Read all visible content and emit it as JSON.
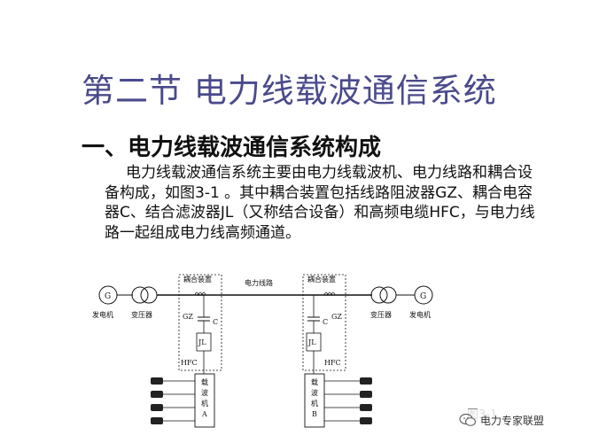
{
  "slide": {
    "title": "第二节 电力线载波通信系统",
    "section_heading": "一、电力线载波通信系统构成",
    "paragraph_lines": [
      "电力线载波通信系统主要由电力线载波机、电力线路和耦合设",
      "备构成，如图3-1 。其中耦合装置包括线路阻波器GZ、耦合电容",
      "器C、结合滤波器JL（又称结合设备）和高频电缆HFC，与电力线",
      "路一起组成电力线高频通道。"
    ]
  },
  "diagram": {
    "generator_symbol": "G",
    "generator_label": "发电机",
    "transformer_label": "变压器",
    "coupling_device_label": "耦合装置",
    "power_line_label": "电力线路",
    "wave_trap_label": "GZ",
    "capacitor_label": "C",
    "filter_label": "JL",
    "cable_label": "HFC",
    "carrier_a_label": [
      "载",
      "波",
      "机",
      "A"
    ],
    "carrier_b_label": [
      "载",
      "波",
      "机",
      "B"
    ],
    "figure_label": "图3-1"
  },
  "watermark": {
    "text": "电力专家联盟",
    "icon": "wechat-icon"
  }
}
